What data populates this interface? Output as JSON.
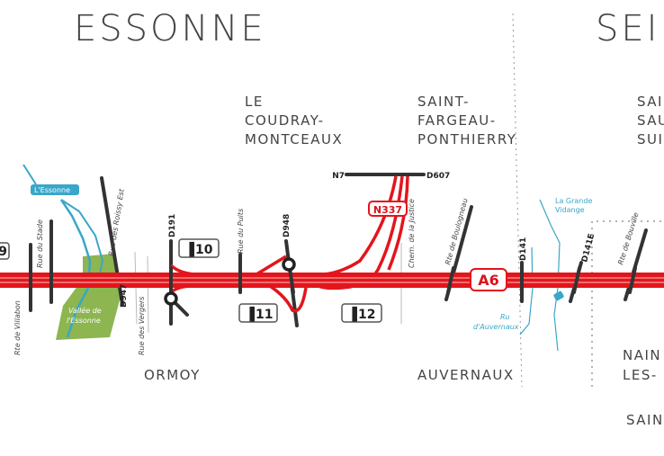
{
  "departments": {
    "left": "ESSONNE",
    "right": "SEI"
  },
  "towns": {
    "coudray": [
      "LE",
      "COUDRAY-",
      "MONTCEAUX"
    ],
    "saint_fargeau": [
      "SAINT-",
      "FARGEAU-",
      "PONTHIERRY"
    ],
    "right_top": [
      "SAI",
      "SAU",
      "SUI"
    ],
    "ormoy": "ORMOY",
    "auvernaux": "AUVERNAUX",
    "right_bottom": [
      "NAIN",
      "LES-"
    ],
    "right_bottom2": "SAIN"
  },
  "highways": {
    "a6": "A6",
    "n337": "N337"
  },
  "roads": {
    "n7": "N7",
    "d607": "D607",
    "d191": "D191",
    "d948": "D948",
    "d947": "D947",
    "d141": "D141",
    "d141e": "D141E"
  },
  "streets": {
    "villabon": "Rte de Villabon",
    "stade": "Rue du Stade",
    "roissy": "Rue des Roissy Est",
    "vergers": "Rue des Vergers",
    "puits": "Rue du Puits",
    "justice": "Chem. de la Justice",
    "boulogneau": "Rte de Boulogneau",
    "bouville": "Rte de Bouville"
  },
  "water": {
    "essonne_river": "L'Essonne",
    "vallee": [
      "Vallée de",
      "l'Essonne"
    ],
    "vidange": [
      "La Grande",
      "Vidange"
    ],
    "ru": [
      "Ru",
      "d'Auvernaux"
    ]
  },
  "exits": [
    "9",
    "10",
    "11",
    "12"
  ],
  "colors": {
    "highway": "#e3151c",
    "road": "#333333",
    "water": "#3aa6c9",
    "valley": "#8db550",
    "text": "#444444"
  }
}
